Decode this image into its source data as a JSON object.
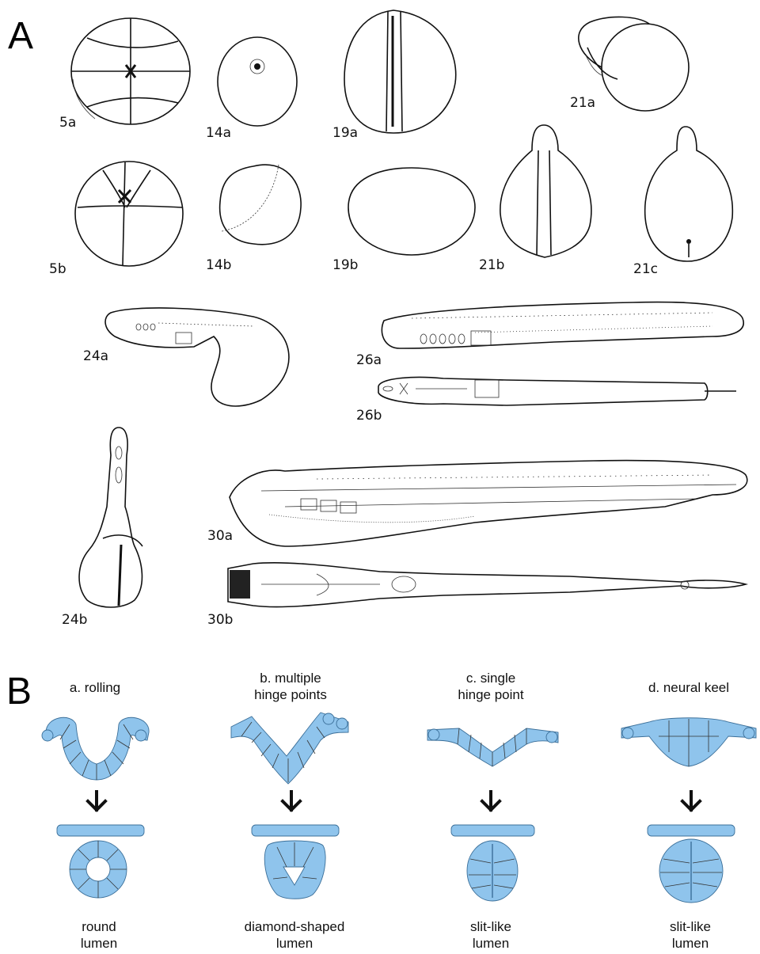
{
  "panels": {
    "a": {
      "letter": "A"
    },
    "b": {
      "letter": "B"
    }
  },
  "stages": [
    "5a",
    "14a",
    "19a",
    "21a",
    "5b",
    "14b",
    "19b",
    "21b",
    "21c",
    "24a",
    "26a",
    "26b",
    "24b",
    "30a",
    "30b"
  ],
  "mechanisms": [
    {
      "title_1": "a.  rolling",
      "title_2": "",
      "lumen_1": "round",
      "lumen_2": "lumen"
    },
    {
      "title_1": "b.  multiple",
      "title_2": "hinge points",
      "lumen_1": "diamond-shaped",
      "lumen_2": "lumen"
    },
    {
      "title_1": "c.  single",
      "title_2": "hinge point",
      "lumen_1": "slit-like",
      "lumen_2": "lumen"
    },
    {
      "title_1": "d.  neural keel",
      "title_2": "",
      "lumen_1": "slit-like",
      "lumen_2": "lumen"
    }
  ],
  "colors": {
    "cell_fill": "#8fc4ec",
    "cell_stroke": "#3b6f99",
    "ink": "#111111"
  }
}
